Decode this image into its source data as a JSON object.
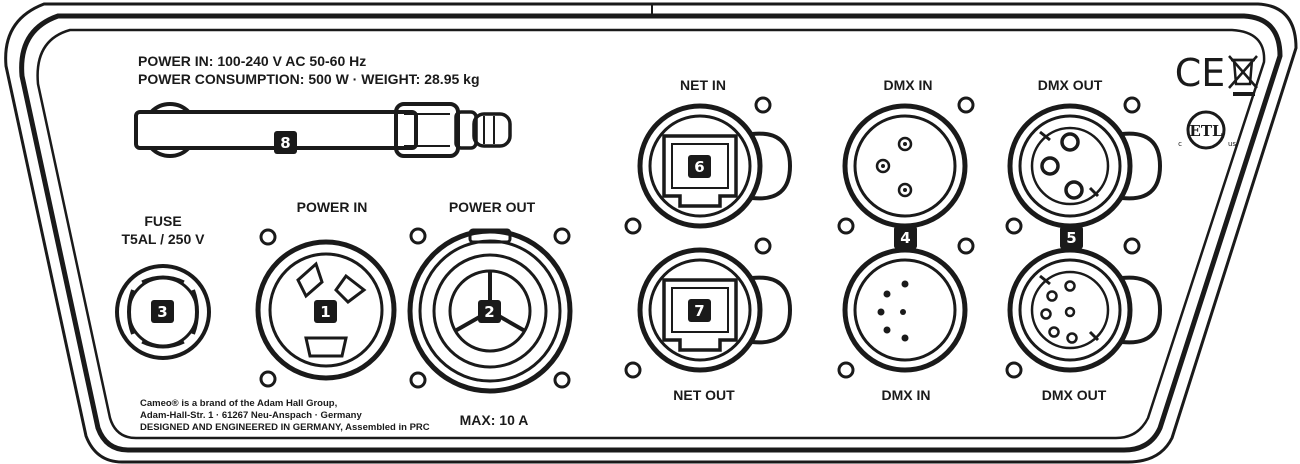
{
  "spec": {
    "line1": "POWER IN: 100-240 V AC 50-60 Hz",
    "line2": "POWER CONSUMPTION: 500 W · WEIGHT: 28.95 kg"
  },
  "labels": {
    "fuse_title": "FUSE",
    "fuse_rating": "T5AL / 250 V",
    "power_in": "POWER IN",
    "power_out": "POWER OUT",
    "max_current": "MAX: 10 A",
    "net_in": "NET IN",
    "net_out": "NET OUT",
    "dmx_in_top": "DMX IN",
    "dmx_in_bottom": "DMX IN",
    "dmx_out_top": "DMX OUT",
    "dmx_out_bottom": "DMX OUT"
  },
  "footer": {
    "line1": "Cameo® is a brand of the Adam Hall Group,",
    "line2": "Adam-Hall-Str. 1 · 61267 Neu-Anspach · Germany",
    "line3": "DESIGNED AND ENGINEERED IN GERMANY, Assembled in PRC"
  },
  "marks": {
    "ce": "CE",
    "etl": "ETL",
    "etl_left": "c",
    "etl_right": "us"
  },
  "badges": {
    "b1": "1",
    "b2": "2",
    "b3": "3",
    "b4": "4",
    "b5": "5",
    "b6": "6",
    "b7": "7",
    "b8": "8"
  },
  "icons": {
    "ce": "ce-mark-icon",
    "weee": "crossed-bin-icon",
    "etl": "etl-listed-icon"
  }
}
